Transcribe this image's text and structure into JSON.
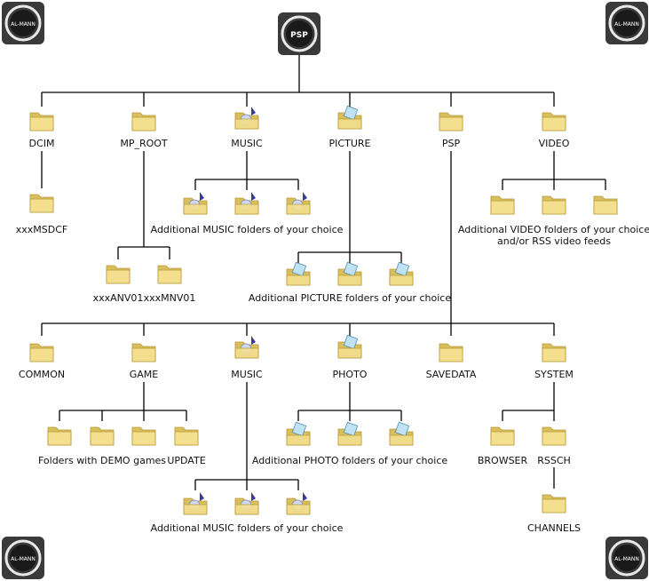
{
  "corner_badges": [
    "AL-MANN",
    "AL-MANN",
    "AL-MANN",
    "AL-MANN"
  ],
  "root": {
    "label": "PSP"
  },
  "top_level": {
    "dcim": "DCIM",
    "mp_root": "MP_ROOT",
    "music": "MUSIC",
    "picture": "PICTURE",
    "psp": "PSP",
    "video": "VIDEO"
  },
  "dcim_children": {
    "msdcf": "xxxMSDCF"
  },
  "mp_root_children": {
    "anv": "xxxANV01",
    "mnv": "xxxMNV01"
  },
  "music_caption": "Additional MUSIC folders of your choice",
  "picture_caption": "Additional PICTURE folders of your choice",
  "video_caption_line1": "Additional VIDEO folders of your choice",
  "video_caption_line2": "and/or RSS video feeds",
  "psp_children": {
    "common": "COMMON",
    "game": "GAME",
    "music": "MUSIC",
    "photo": "PHOTO",
    "savedata": "SAVEDATA",
    "system": "SYSTEM"
  },
  "game_children": {
    "demo": "Folders with DEMO games",
    "update": "UPDATE"
  },
  "photo_caption": "Additional PHOTO folders of your choice",
  "psp_music_caption": "Additional MUSIC folders of your choice",
  "system_children": {
    "browser": "BROWSER",
    "rssch": "RSSCH"
  },
  "rssch_children": {
    "channels": "CHANNELS"
  },
  "colors": {
    "folder": "#f3df8e",
    "folder_dark": "#d8bf5c",
    "line": "#000000"
  }
}
